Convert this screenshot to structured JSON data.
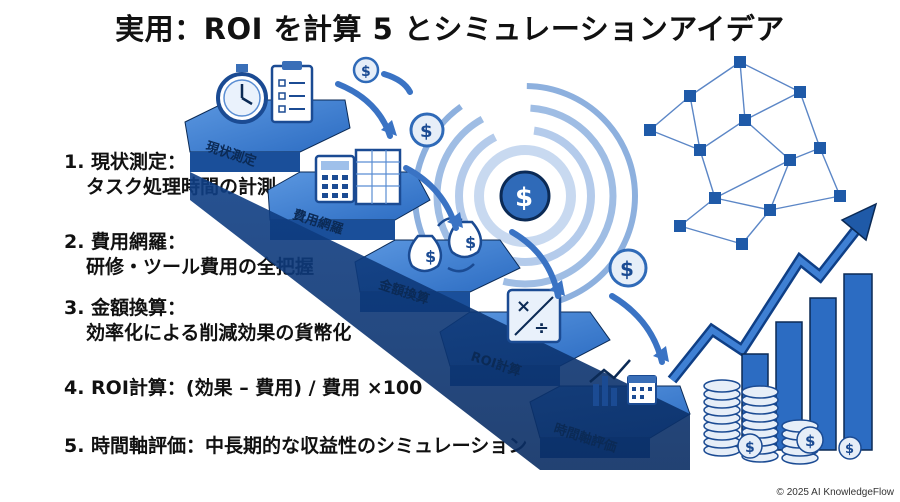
{
  "title": "実用：ROI を計算 5 とシミュレーションアイデア",
  "steps": [
    {
      "heading": "1. 現状測定：",
      "detail": "タスク処理時間の計測",
      "stair_label": "現状測定"
    },
    {
      "heading": "2. 費用網羅：",
      "detail": "研修・ツール費用の全把握",
      "stair_label": "費用網羅"
    },
    {
      "heading": "3. 金額換算：",
      "detail": "効率化による削減効果の貨幣化",
      "stair_label": "金額換算"
    },
    {
      "heading": "4. ROI計算：(効果 – 費用) / 費用 ×100",
      "detail": "",
      "stair_label": "ROI計算"
    },
    {
      "heading": "5. 時間軸評価：中長期的な収益性のシミュレーション",
      "detail": "",
      "stair_label": "時間軸評価"
    }
  ],
  "copyright": "© 2025 AI KnowledgeFlow",
  "colors": {
    "stair_top": "#3f7fd0",
    "stair_front": "#0f3f86",
    "stair_side": "#082a5c",
    "accent": "#1f6fcf",
    "coin": "#e6eef8",
    "coin_edge": "#2f6ab8"
  },
  "icons": [
    "stopwatch-icon",
    "clipboard-icon",
    "calculator-icon",
    "spreadsheet-icon",
    "money-bag-icon",
    "math-operators-icon",
    "chart-calendar-icon",
    "dollar-coin-icon",
    "network-graph-icon",
    "rising-arrow-icon",
    "coin-stack-icon"
  ]
}
